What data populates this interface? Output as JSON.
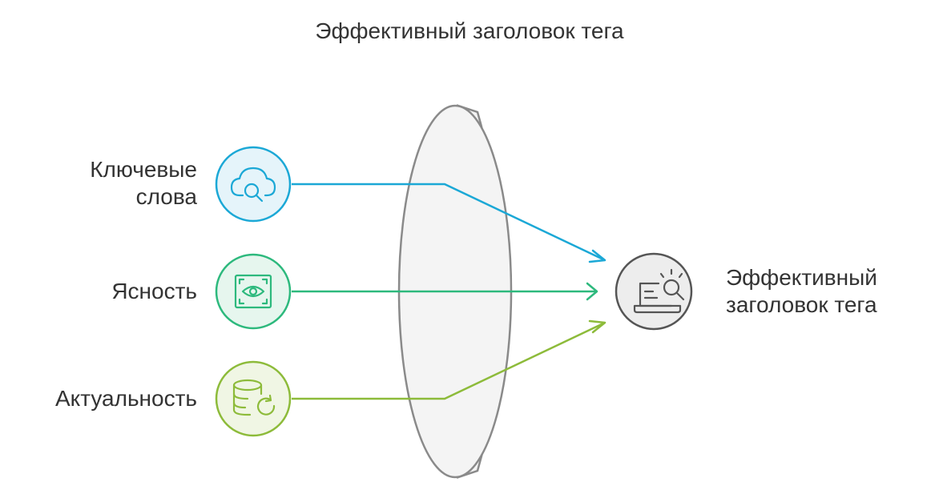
{
  "title": "Эффективный заголовок тега",
  "inputs": [
    {
      "label_lines": [
        "Ключевые",
        "слова"
      ],
      "icon": "cloud-search-icon",
      "color": "#1BA8D6",
      "fill": "#E5F4FA"
    },
    {
      "label_lines": [
        "Ясность"
      ],
      "icon": "eye-scan-icon",
      "color": "#2DB97D",
      "fill": "#E6F6EE"
    },
    {
      "label_lines": [
        "Актуальность"
      ],
      "icon": "database-refresh-icon",
      "color": "#8DBB3A",
      "fill": "#F0F6E4"
    }
  ],
  "output": {
    "label_lines": [
      "Эффективный",
      "заголовок тега"
    ],
    "icon": "laptop-search-icon",
    "color": "#555555",
    "fill": "#EDEDED"
  },
  "lens": {
    "stroke": "#8A8A8A",
    "fill": "#F4F4F4"
  }
}
